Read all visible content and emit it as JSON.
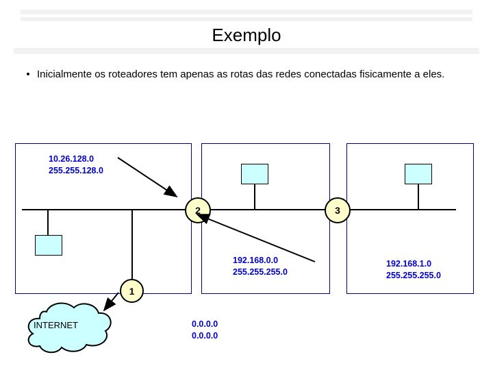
{
  "slide": {
    "title": "Exemplo",
    "bullet_mark": "•",
    "bullet_text": "Inicialmente os roteadores tem apenas as rotas das redes conectadas fisicamente a eles.",
    "colors": {
      "label_blue": "#0000cc",
      "box_border": "#000080",
      "host_fill": "#ccffff",
      "router_fill": "#ffffcc",
      "title_bar": "#f2f2f2"
    }
  },
  "diagram": {
    "routers": [
      {
        "id": "router-1",
        "label": "1"
      },
      {
        "id": "router-2",
        "label": "2"
      },
      {
        "id": "router-3",
        "label": "3"
      }
    ],
    "labels": {
      "net_left": "10.26.128.0\n255.255.128.0",
      "net_middle": "192.168.0.0\n255.255.255.0",
      "net_right": "192.168.1.0\n255.255.255.0",
      "default_route": "0.0.0.0\n0.0.0.0",
      "internet": "INTERNET"
    }
  }
}
